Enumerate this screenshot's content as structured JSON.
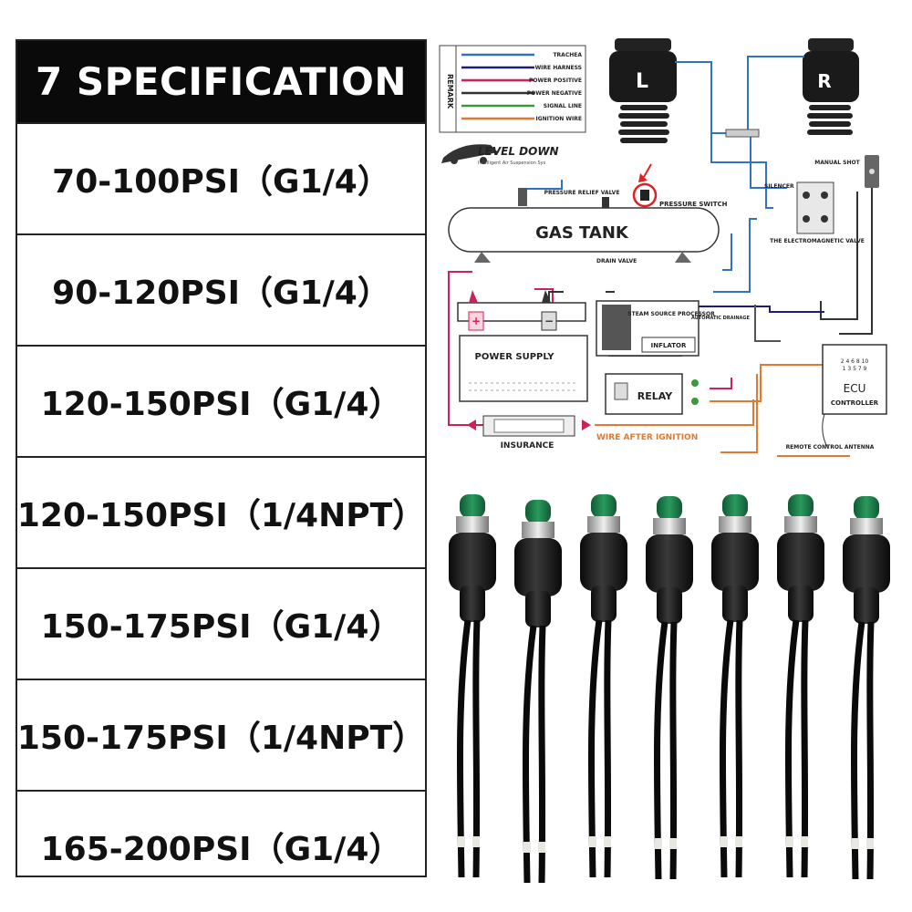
{
  "spec_table": {
    "title": "7 SPECIFICATION",
    "rows": [
      "70-100PSI（G1/4）",
      "90-120PSI（G1/4）",
      "120-150PSI（G1/4）",
      "120-150PSI（1/4NPT）",
      "150-175PSI（G1/4）",
      "150-175PSI（1/4NPT）",
      "165-200PSI（G1/4）"
    ]
  },
  "diagram": {
    "remark_title": "REMARK",
    "legend": [
      {
        "label": "TRACHEA",
        "color": "#2f73c8"
      },
      {
        "label": "WIRE HARNESS",
        "color": "#1c1c7a"
      },
      {
        "label": "POWER POSITIVE",
        "color": "#cc2255"
      },
      {
        "label": "POWER NEGATIVE",
        "color": "#333333"
      },
      {
        "label": "SIGNAL LINE",
        "color": "#3a9a3a"
      },
      {
        "label": "IGNITION WIRE",
        "color": "#e07a30"
      }
    ],
    "brand": "LEVEL   DOWN",
    "brand_tag": "Intelligent Air Suspension Sys",
    "left_label": "L",
    "right_label": "R",
    "gas_tank": "GAS TANK",
    "pressure_relief": "PRESSURE RELIEF VALVE",
    "pressure_switch": "PRESSURE SWITCH",
    "drain_valve": "DRAIN VALVE",
    "silencer": "SILENCER",
    "manual_shot": "MANUAL SHOT",
    "electromagnetic_valve": "THE ELECTROMAGNETIC VALVE",
    "power_supply": "POWER SUPPLY",
    "steam_source": "STEAM SOURCE PROCESSOR",
    "automatic_drainage": "AUTOMATIC DRAINAGE",
    "inflator": "INFLATOR",
    "relay": "RELAY",
    "insurance": "INSURANCE",
    "wire_after_ignition": "WIRE AFTER IGNITION",
    "ecu": "ECU",
    "controller": "CONTROLLER",
    "ecu_pins_top": "2 4 6 8 10",
    "ecu_pins_bottom": "1 3 5 7 9",
    "remote_antenna": "REMOTE CONTROL ANTENNA",
    "plus": "+",
    "minus": "−"
  },
  "photo": {
    "switch_count": 7,
    "cap_color": "#1f7a4a",
    "wire_color": "#0a0a0a"
  }
}
